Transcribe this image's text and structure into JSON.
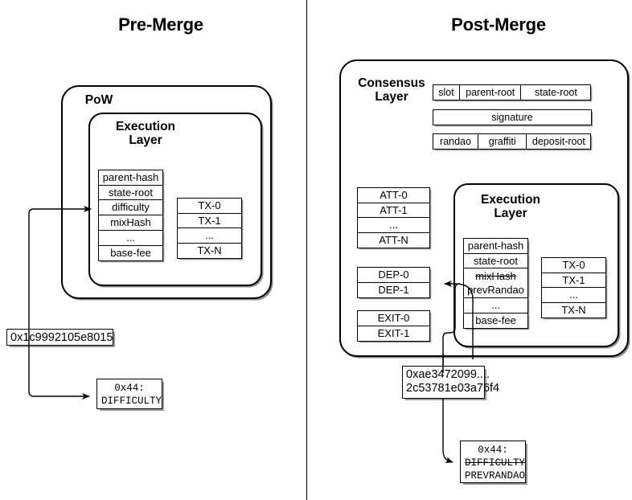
{
  "panels": {
    "left_title": "Pre-Merge",
    "right_title": "Post-Merge"
  },
  "pre_merge": {
    "outer_label": "PoW",
    "execution_label": "Execution\nLayer",
    "header_fields": [
      "parent-hash",
      "state-root",
      "difficulty",
      "mixHash",
      "...",
      "base-fee"
    ],
    "transactions": [
      "TX-0",
      "TX-1",
      "...",
      "TX-N"
    ],
    "hash_label": "0x1c9992105e8015",
    "opcode": {
      "number": "0x44:",
      "name": "DIFFICULTY"
    }
  },
  "post_merge": {
    "consensus_label": "Consensus\nLayer",
    "beacon_row_1": [
      "slot",
      "parent-root",
      "state-root"
    ],
    "beacon_row_2": [
      "signature"
    ],
    "beacon_row_3": [
      "randao",
      "graffiti",
      "deposit-root"
    ],
    "attestations": [
      "ATT-0",
      "ATT-1",
      "...",
      "ATT-N"
    ],
    "deposits": [
      "DEP-0",
      "DEP-1"
    ],
    "exits": [
      "EXIT-0",
      "EXIT-1"
    ],
    "execution_label": "Execution\nLayer",
    "header_fields": [
      "parent-hash",
      "state-root",
      "...",
      "base-fee"
    ],
    "randao_cell": {
      "old": "mixHash",
      "new": "prevRandao"
    },
    "transactions": [
      "TX-0",
      "TX-1",
      "...",
      "TX-N"
    ],
    "hash_label_line1": "0xae3472099....",
    "hash_label_line2": "2c53781e03a76f4",
    "opcode": {
      "number": "0x44:",
      "old_name": "DIFFICULTY",
      "new_name": "PREVRANDAO"
    }
  },
  "colors": {
    "stroke": "#000000",
    "background": "#ffffff"
  }
}
